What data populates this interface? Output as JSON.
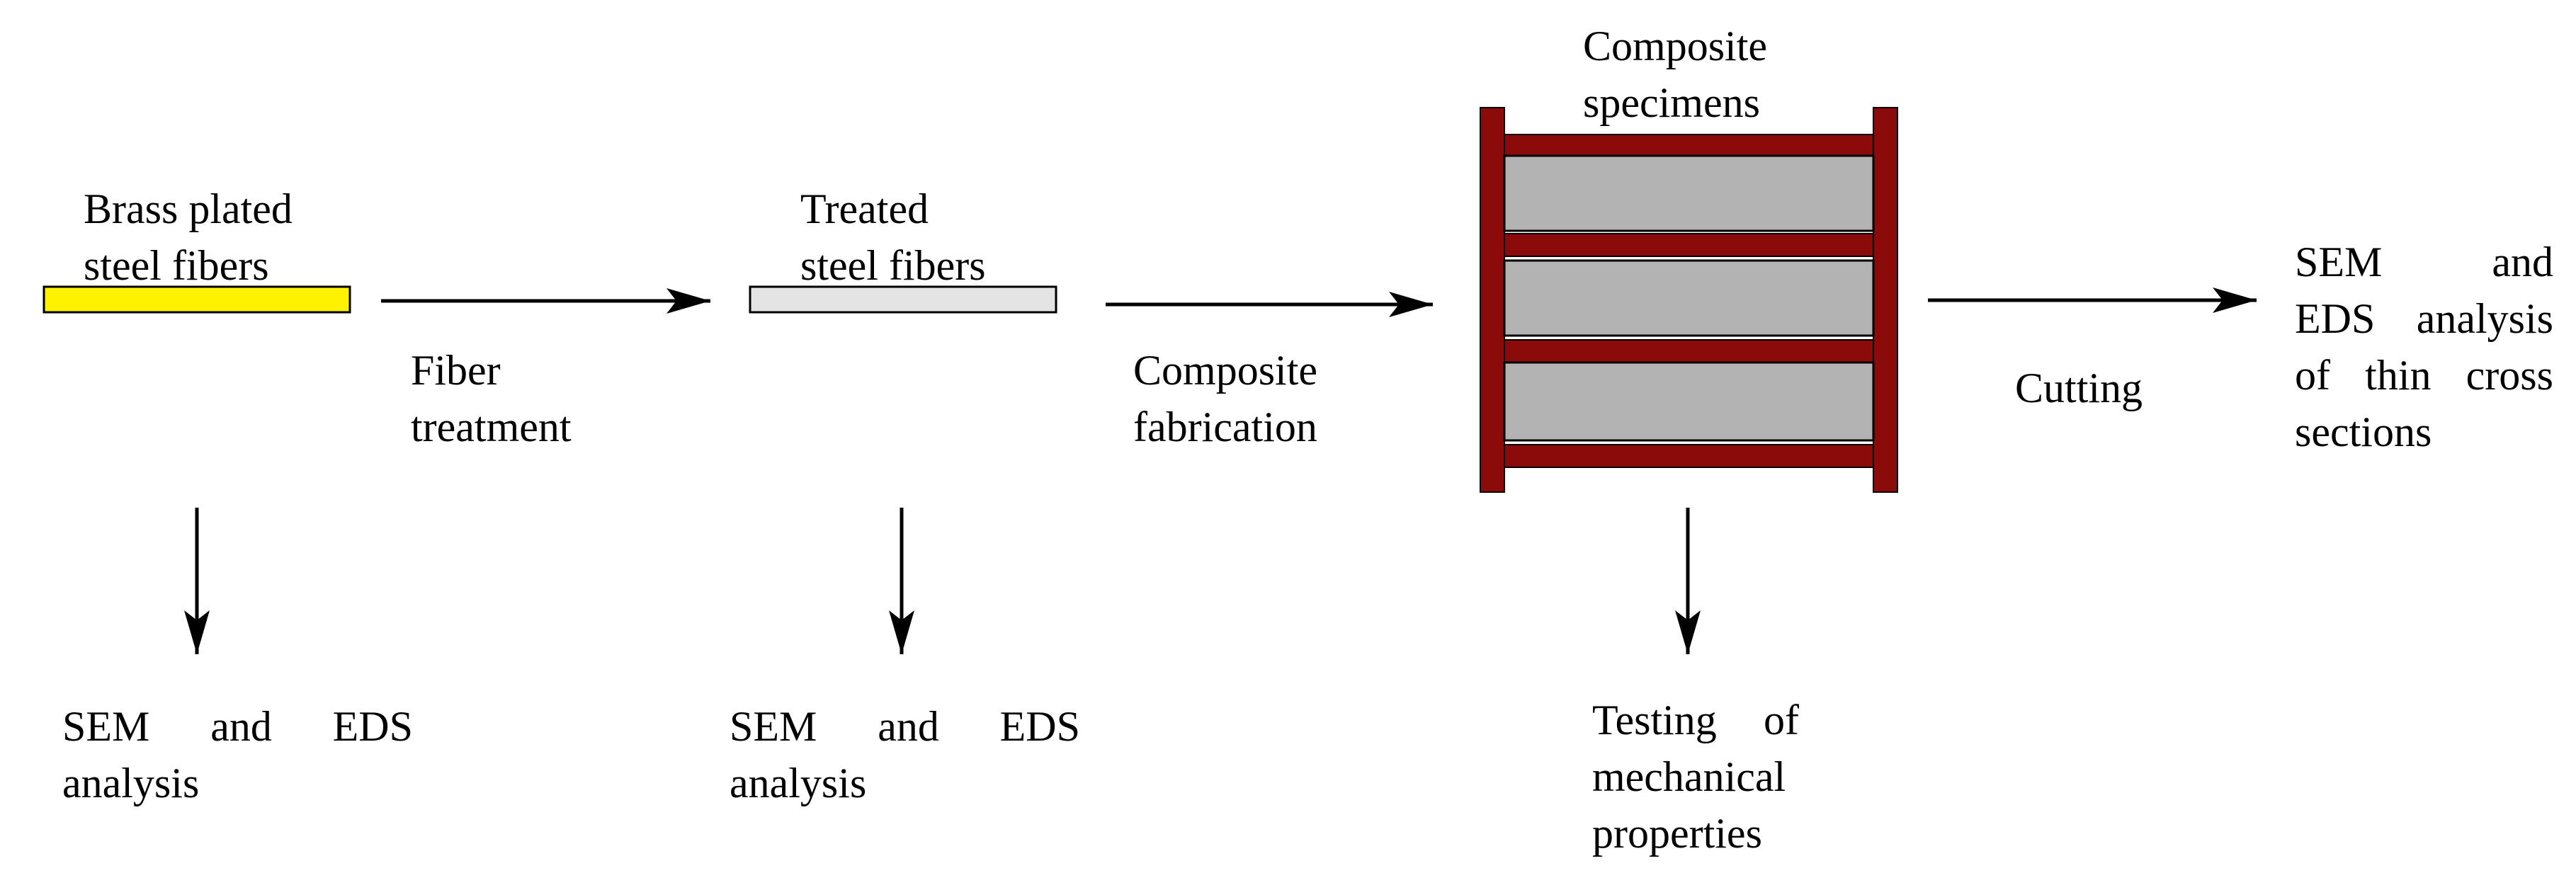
{
  "stage1": {
    "label_line1": "Brass plated",
    "label_line2": "steel fibers",
    "fiber_color": "#FFF200",
    "analysis_w1": "SEM",
    "analysis_w2": "and",
    "analysis_w3": "EDS",
    "analysis_line2": "analysis"
  },
  "step1": {
    "line1": "Fiber",
    "line2": "treatment"
  },
  "stage2": {
    "label_line1": "Treated",
    "label_line2": "steel fibers",
    "fiber_color": "#E4E4E4",
    "analysis_w1": "SEM",
    "analysis_w2": "and",
    "analysis_w3": "EDS",
    "analysis_line2": "analysis"
  },
  "step2": {
    "line1": "Composite",
    "line2": "fabrication"
  },
  "stage3": {
    "label_line1": "Composite",
    "label_line2": "specimens",
    "frame_color": "#8B0A0A",
    "layer_color": "#B3B3B3",
    "testing_w1": "Testing",
    "testing_w2": "of",
    "testing_line2": "mechanical",
    "testing_line3": "properties"
  },
  "step3": {
    "line1": "Cutting"
  },
  "stage4": {
    "line1_w1": "SEM",
    "line1_w2": "and",
    "line2_w1": "EDS",
    "line2_w2": "analysis",
    "line3_w1": "of",
    "line3_w2": "thin",
    "line3_w3": "cross",
    "line4": "sections"
  }
}
